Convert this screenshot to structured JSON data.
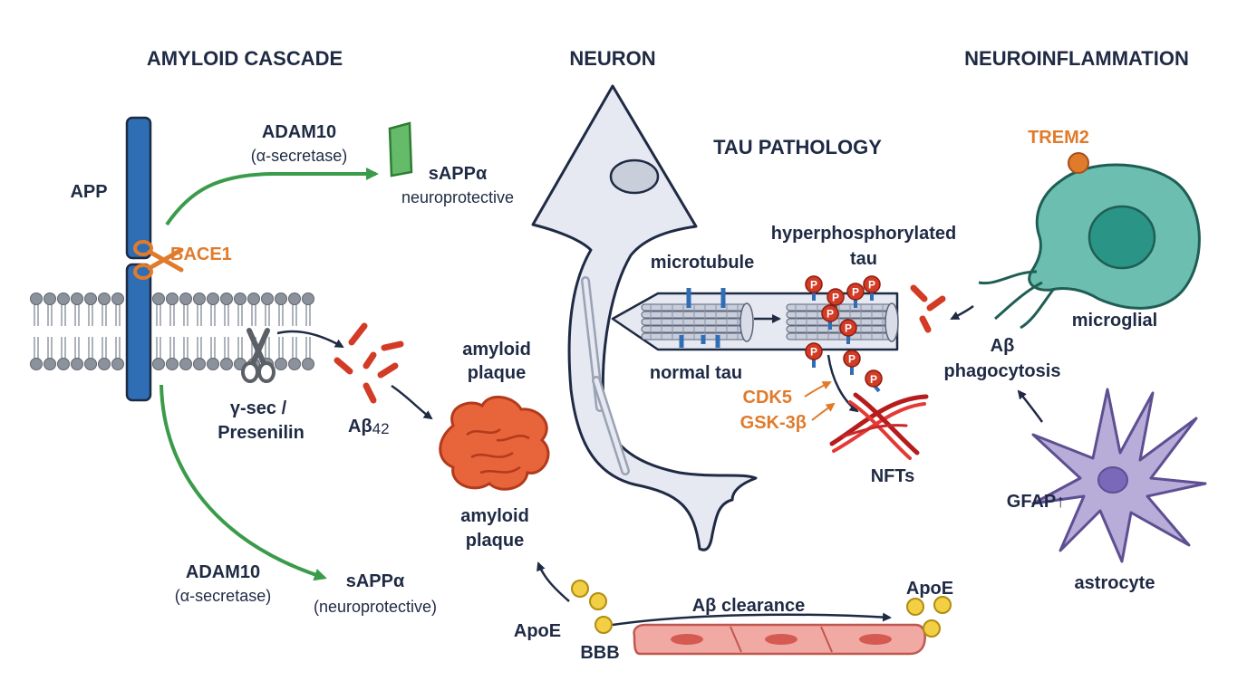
{
  "headings": {
    "amyloid": "AMYLOID CASCADE",
    "neuron": "NEURON",
    "neuroinflammation": "NEUROINFLAMMATION",
    "tau": "TAU PATHOLOGY"
  },
  "amyloid": {
    "app": "APP",
    "adam_top_1": "ADAM10",
    "adam_top_2": "(α-secretase)",
    "sappa_top_1": "sAPPα",
    "sappa_top_2": "neuroprotective",
    "bace": "BACE1",
    "gsec_1": "γ-sec /",
    "gsec_2": "Presenilin",
    "abeta_1": "Aβ",
    "abeta_2": "42",
    "plaque_top_1": "amyloid",
    "plaque_top_2": "plaque",
    "plaque_bot_1": "amyloid",
    "plaque_bot_2": "plaque",
    "adam_bot_1": "ADAM10",
    "adam_bot_2": "(α-secretase)",
    "sappa_bot_1": "sAPPα",
    "sappa_bot_2": "(neuroprotective)"
  },
  "tau": {
    "microtubule": "microtubule",
    "hyper_1": "hyperphosphorylated",
    "hyper_2": "tau",
    "normal": "normal tau",
    "cdk5": "CDK5",
    "gsk": "GSK-3β",
    "nfts": "NFTs",
    "p": "P"
  },
  "clearance": {
    "apoe_left": "ApoE",
    "bbb": "BBB",
    "abeta_clearance": "Aβ clearance",
    "apoe_right": "ApoE"
  },
  "inflammation": {
    "trem2": "TREM2",
    "microglial": "microglial",
    "phago_1": "Aβ",
    "phago_2": "phagocytosis",
    "gfap": "GFAP↑",
    "astrocyte": "astrocyte"
  },
  "colors": {
    "navy": "#1f2a44",
    "blue": "#2f6db5",
    "green": "#3a9b4a",
    "orange": "#e07b2c",
    "red": "#d23b25",
    "teal": "#6cbfb0",
    "lavender": "#b8acd8",
    "pink": "#f1a9a3",
    "yellow": "#f2cf44"
  }
}
